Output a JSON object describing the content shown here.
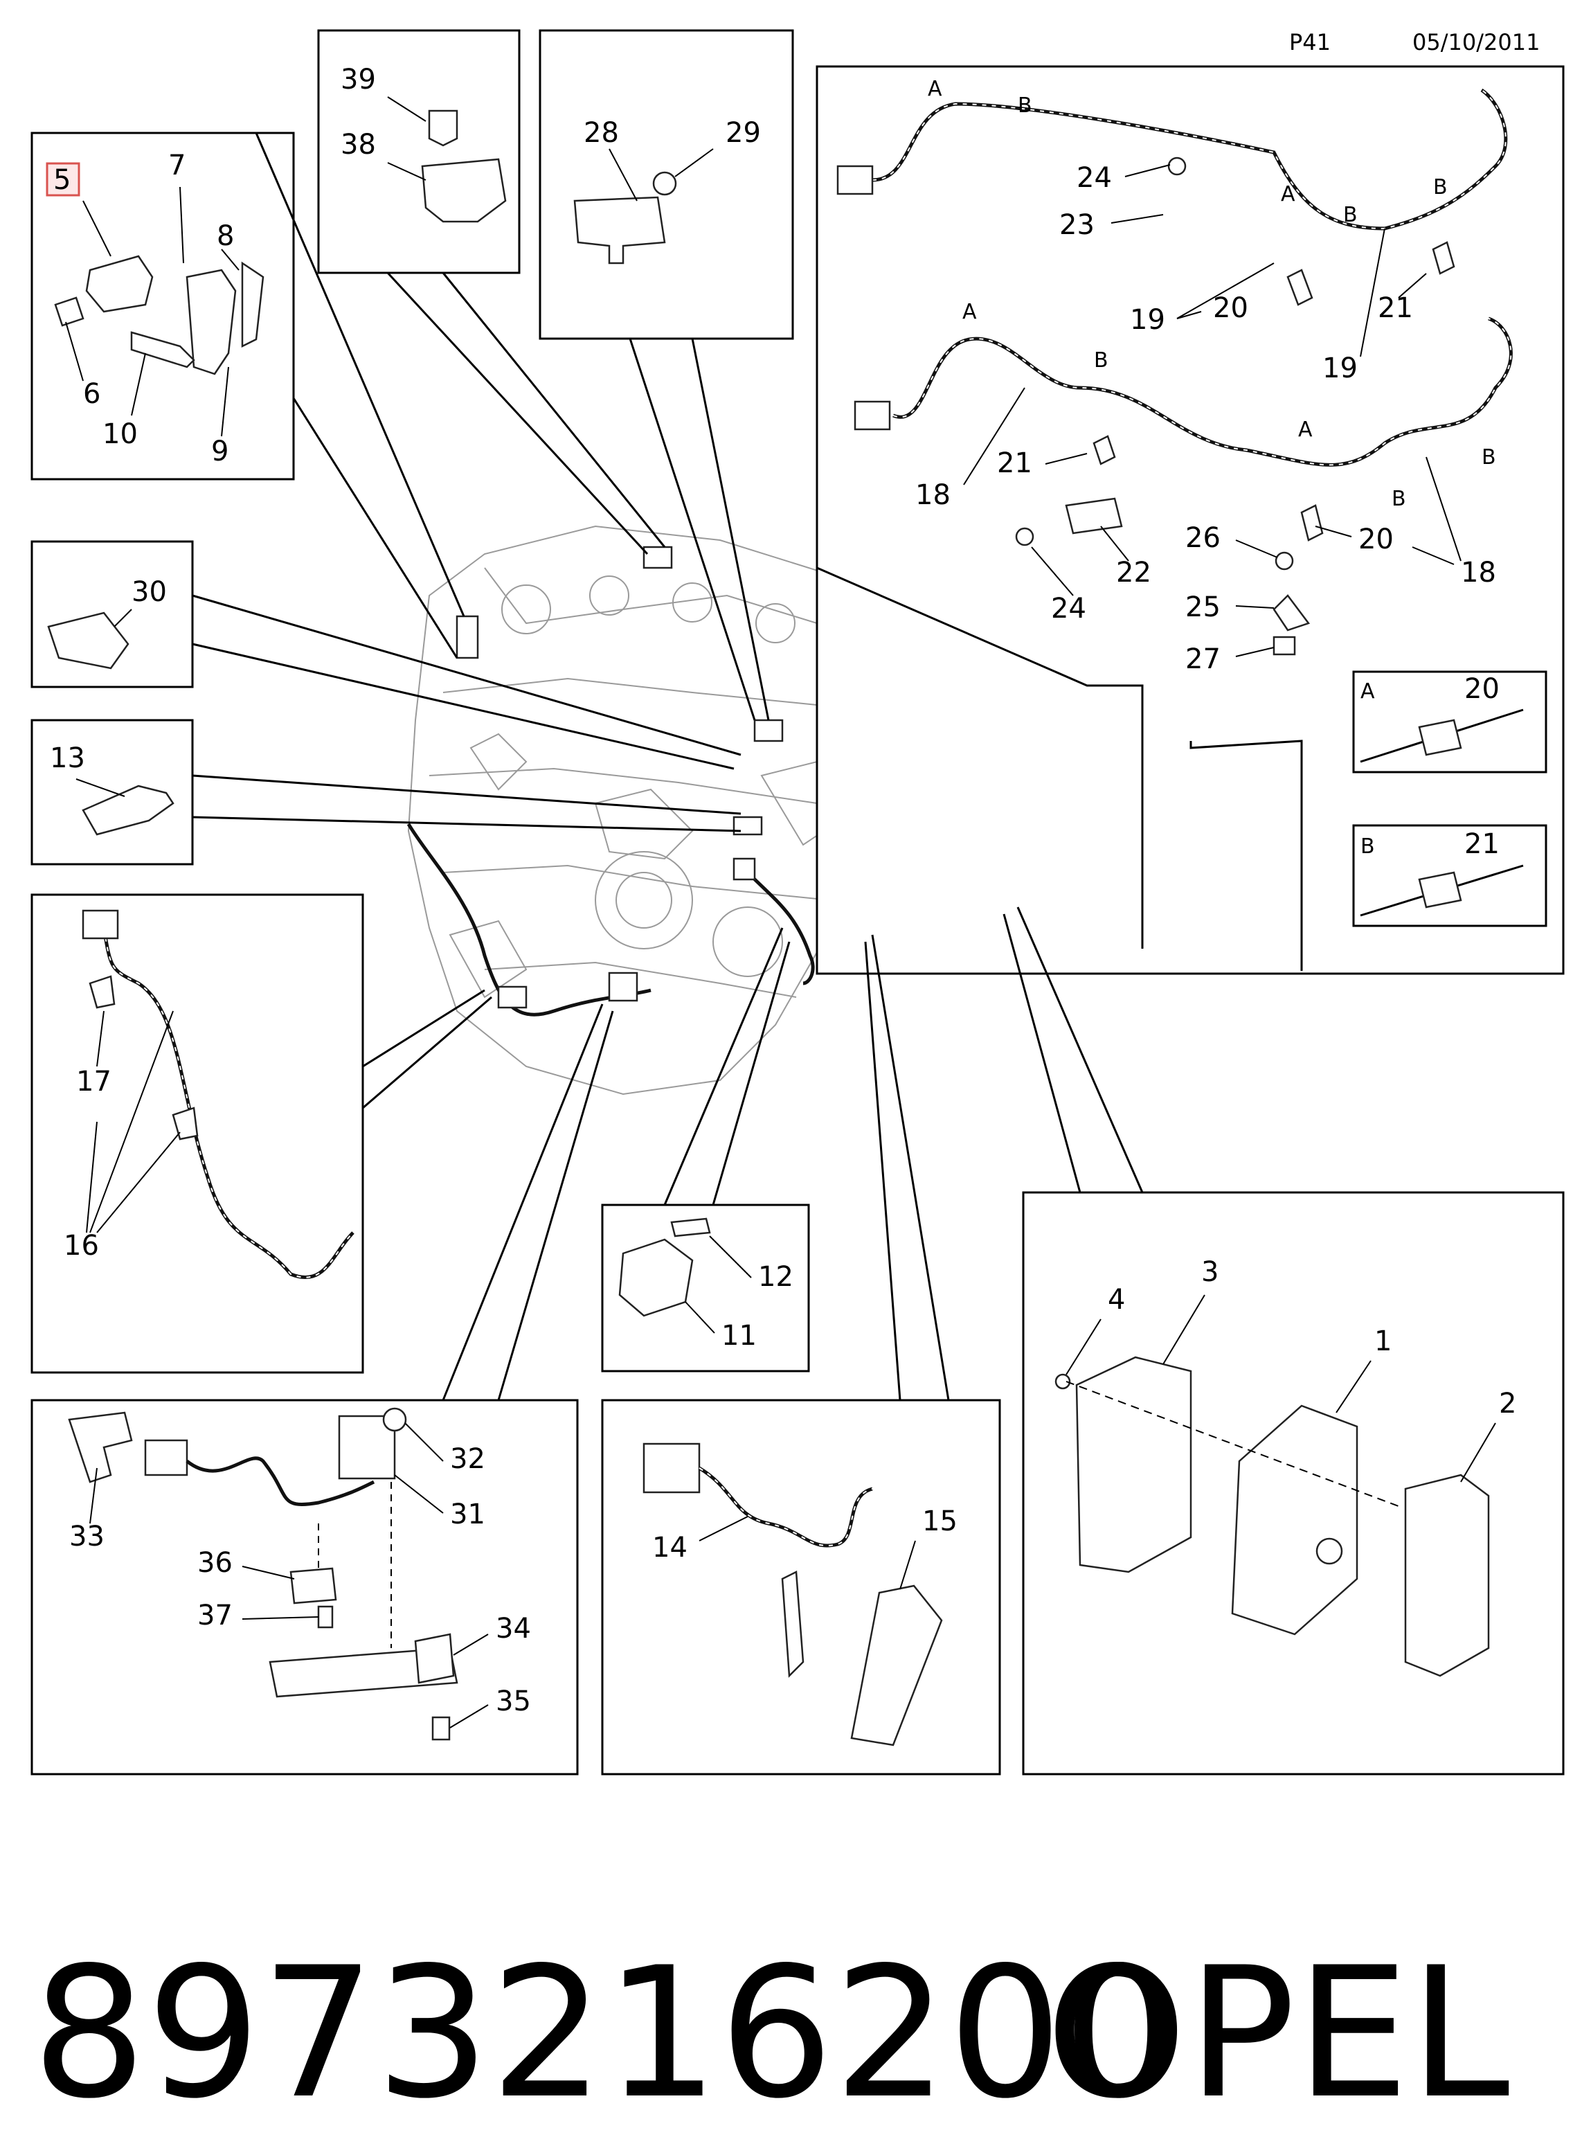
{
  "header": {
    "page_code": "P41",
    "date": "05/10/2011"
  },
  "footer": {
    "part_number": "8973216200",
    "brand": "OPEL"
  },
  "highlighted_callout": "5",
  "callouts": {
    "c1": "1",
    "c2": "2",
    "c3": "3",
    "c4": "4",
    "c5": "5",
    "c6": "6",
    "c7": "7",
    "c8": "8",
    "c9": "9",
    "c10": "10",
    "c11": "11",
    "c12": "12",
    "c13": "13",
    "c14": "14",
    "c15": "15",
    "c16": "16",
    "c17": "17",
    "c18": "18",
    "c19": "19",
    "c20": "20",
    "c21": "21",
    "c22": "22",
    "c23": "23",
    "c24": "24",
    "c25": "25",
    "c26": "26",
    "c27": "27",
    "c28": "28",
    "c29": "29",
    "c30": "30",
    "c31": "31",
    "c32": "32",
    "c33": "33",
    "c34": "34",
    "c35": "35",
    "c36": "36",
    "c37": "37",
    "c38": "38",
    "c39": "39"
  },
  "detail_letters": {
    "a": "A",
    "b": "B"
  },
  "colors": {
    "highlight_border": "#d9534f",
    "highlight_fill": "#fde8e8",
    "line": "#000000",
    "engine": "#9a9a9a"
  }
}
